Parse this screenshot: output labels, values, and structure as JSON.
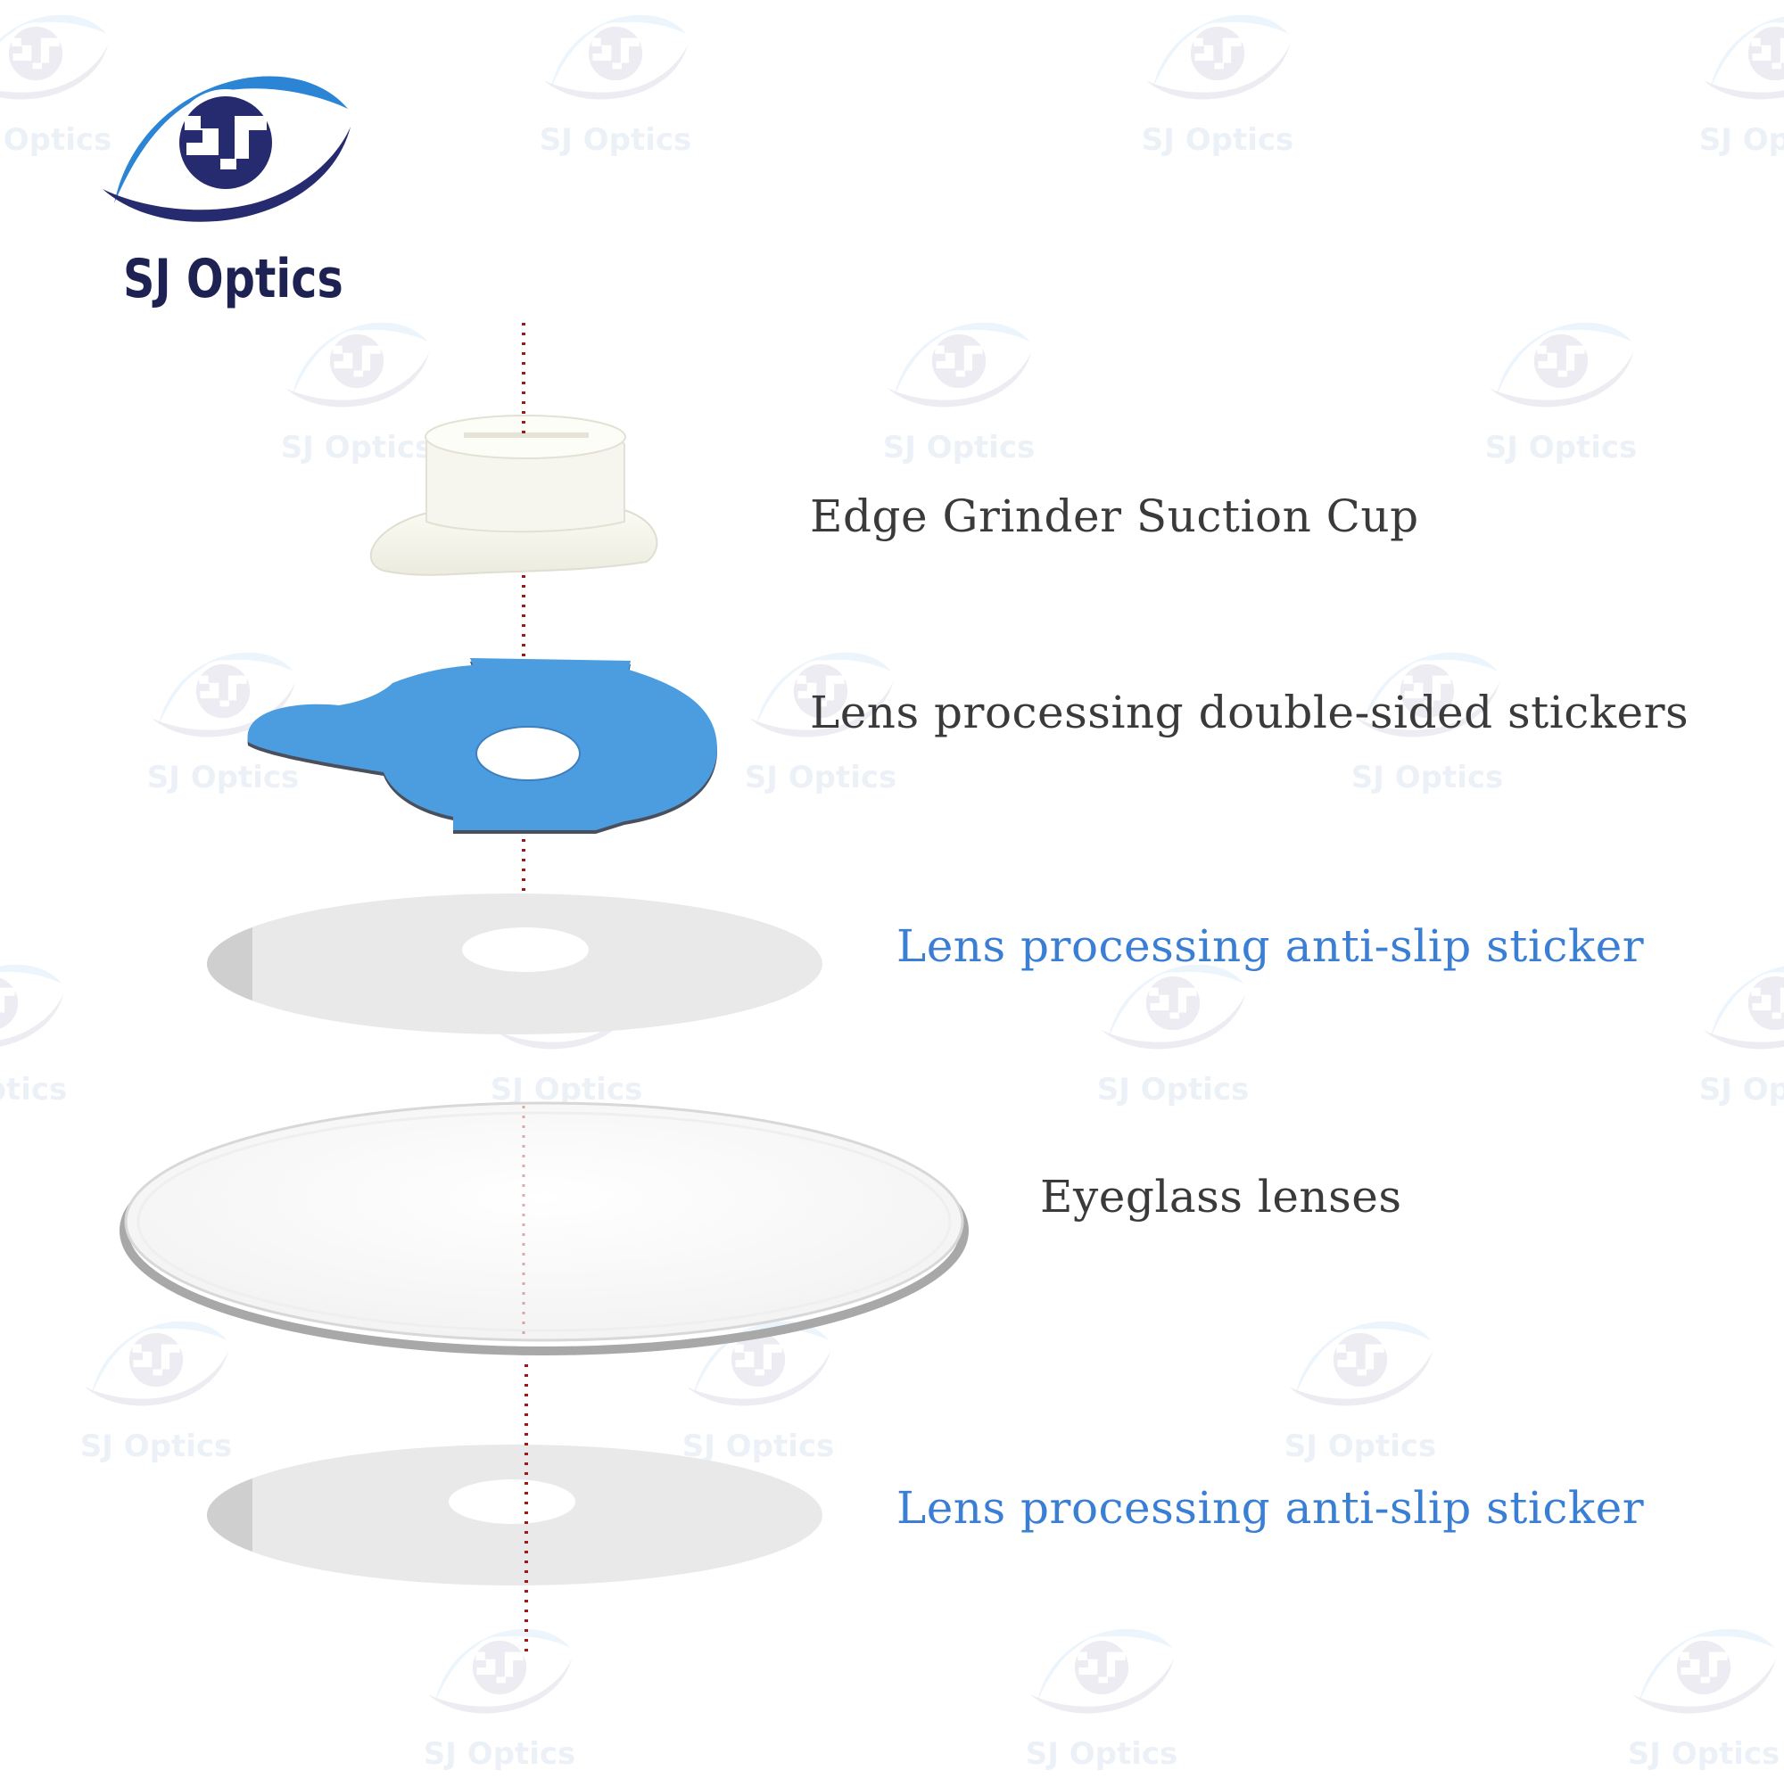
{
  "brand": {
    "name": "SJ Optics",
    "logo_icon": "eye-sj-logo-icon",
    "colors": {
      "blue": "#2b7fd4",
      "navy": "#262a6e",
      "text_dark": "#1e2252"
    }
  },
  "watermark": {
    "text": "SJ Optics",
    "icon": "eye-sj-logo-icon"
  },
  "components": [
    {
      "label": "Edge Grinder Suction Cup",
      "icon": "suction-cup-icon",
      "color": "#3a3a3a"
    },
    {
      "label": "Lens processing double-sided stickers",
      "icon": "double-sided-sticker-icon",
      "color": "#3a3a3a"
    },
    {
      "label": "Lens processing anti-slip sticker",
      "icon": "anti-slip-sticker-icon",
      "color": "#3b7fd4"
    },
    {
      "label": "Eyeglass lenses",
      "icon": "lens-icon",
      "color": "#3a3a3a"
    },
    {
      "label": "Lens processing anti-slip sticker",
      "icon": "anti-slip-sticker-icon",
      "color": "#3b7fd4"
    }
  ],
  "axis": {
    "color": "#a01818",
    "style": "dotted"
  }
}
